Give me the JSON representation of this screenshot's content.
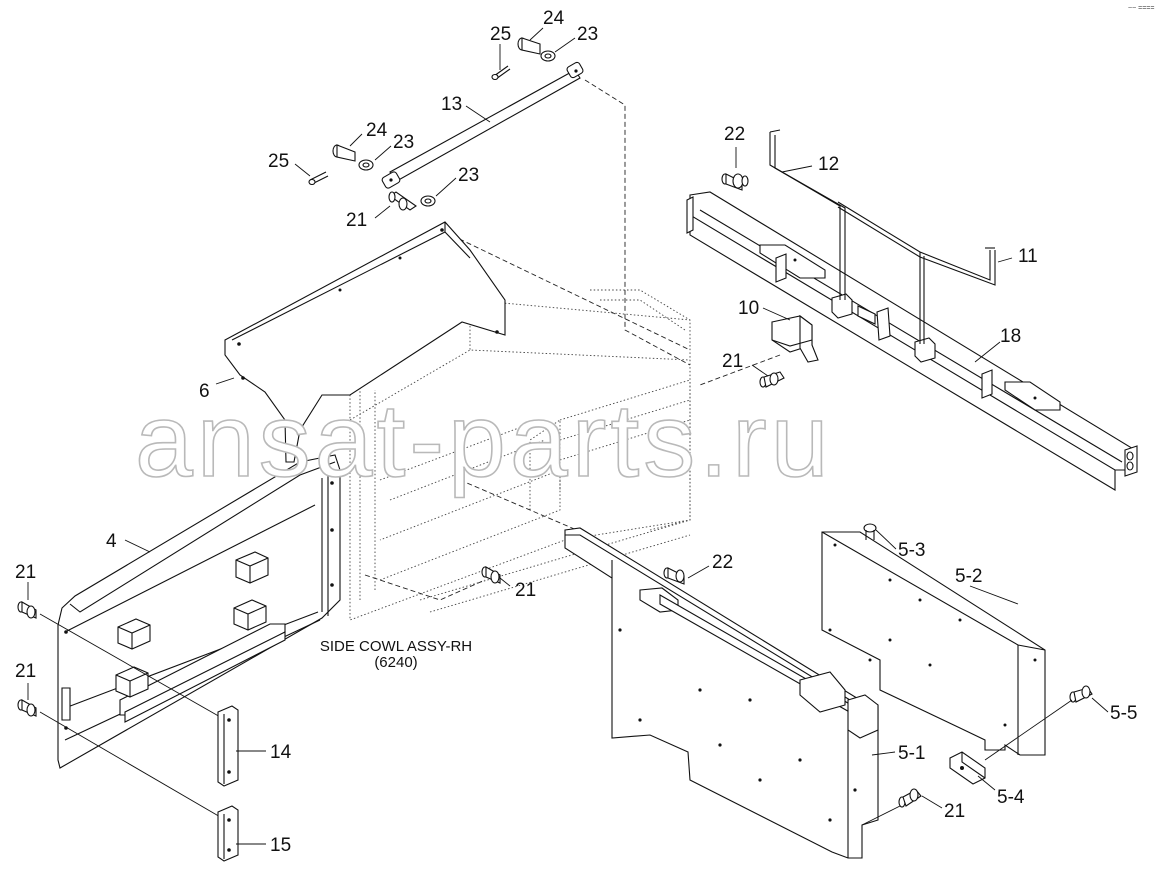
{
  "watermark": "ansat-parts.ru",
  "corner_mark": "~~ ====",
  "caption": {
    "line1": "SIDE COWL ASSY-RH",
    "line2": "(6240)"
  },
  "labels": {
    "p25a": "25",
    "p24a": "24",
    "p23a": "23",
    "p13": "13",
    "p24b": "24",
    "p23b": "23",
    "p25b": "25",
    "p23c": "23",
    "p21a": "21",
    "p22a": "22",
    "p12": "12",
    "p11": "11",
    "p10": "10",
    "p21b": "21",
    "p18": "18",
    "p6": "6",
    "p4": "4",
    "p21c": "21",
    "p21d": "21",
    "p21e": "21",
    "p22b": "22",
    "p14": "14",
    "p15": "15",
    "p5_3": "5-3",
    "p5_2": "5-2",
    "p5_5": "5-5",
    "p5_1": "5-1",
    "p5_4": "5-4",
    "p21f": "21"
  }
}
